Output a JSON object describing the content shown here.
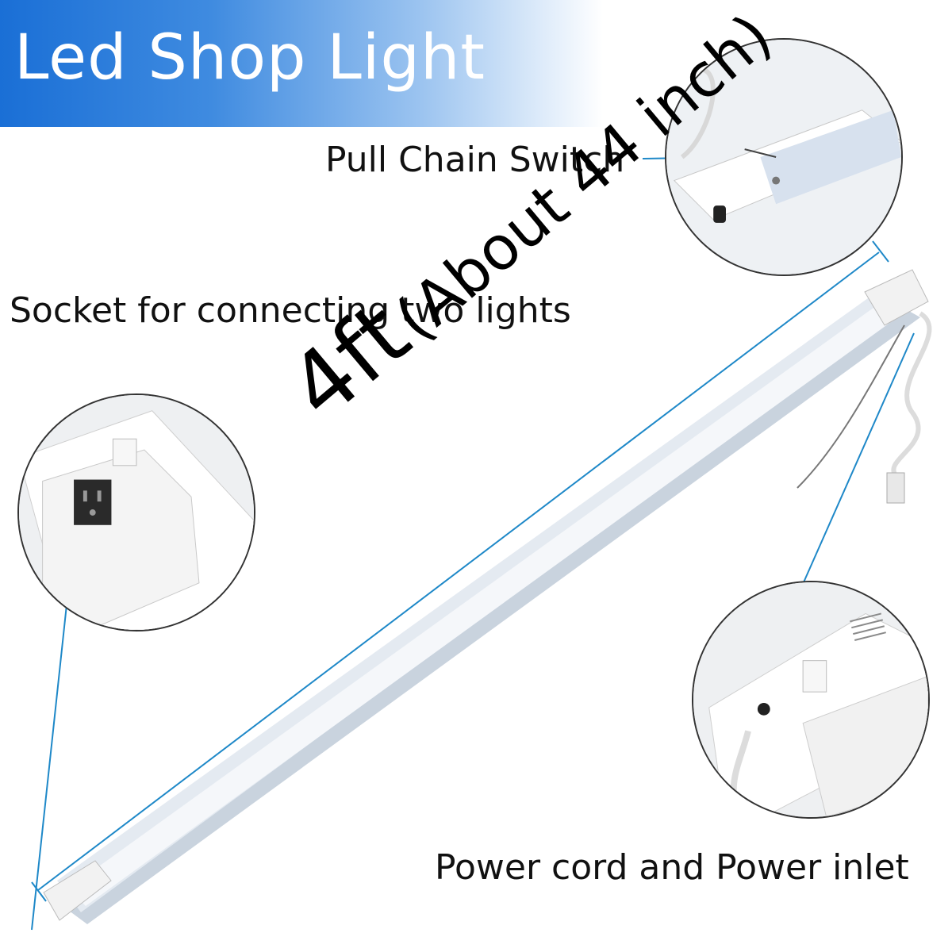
{
  "title": "Led Shop Light",
  "labels": {
    "pull_chain": "Pull Chain Switch",
    "socket": "Socket for connecting two lights",
    "power": "Power cord and Power inlet"
  },
  "dimension": {
    "length": "4ft",
    "approx": "(About 44 inch)"
  },
  "colors": {
    "banner": "#1a6fd6",
    "leader_line": "#1e88c8",
    "fixture": "#dfe6ee"
  }
}
